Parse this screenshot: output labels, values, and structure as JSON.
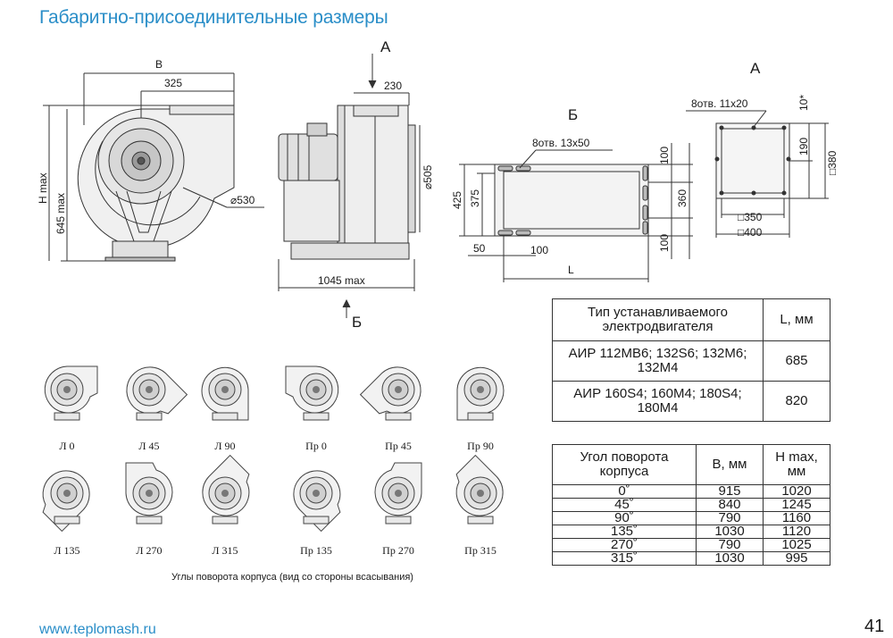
{
  "title": "Габаритно-присоединительные размеры",
  "views": {
    "front": {
      "B": "B",
      "d325": "325",
      "d530": "⌀530",
      "hmax": "H max",
      "d645": "645 max"
    },
    "side": {
      "A": "A",
      "B_view": "Б",
      "d230": "230",
      "d505": "⌀505",
      "d1045": "1045 max"
    },
    "base": {
      "label": "Б",
      "holes": "8отв. 13х50",
      "d425": "425",
      "d375": "375",
      "d50": "50",
      "d100": "100",
      "L": "L",
      "d100a": "100",
      "d360": "360",
      "d100b": "100"
    },
    "outlet": {
      "label": "А",
      "holes": "8отв. 11х20",
      "d10": "10*",
      "d190": "190",
      "d380": "□380",
      "d350": "□350",
      "d400": "□400"
    }
  },
  "motor_table": {
    "headers": [
      "Тип устанавливаемого электродвигателя",
      "L, мм"
    ],
    "rows": [
      {
        "motor": "АИР 112МВ6; 132S6; 132М6; 132М4",
        "L": "685"
      },
      {
        "motor": "АИР 160S4; 160М4; 180S4; 180М4",
        "L": "820"
      }
    ]
  },
  "angle_table": {
    "headers": [
      "Угол поворота корпуса",
      "B, мм",
      "H max, мм"
    ],
    "rows": [
      {
        "angle": "0˚",
        "B": "915",
        "H": "1020"
      },
      {
        "angle": "45˚",
        "B": "840",
        "H": "1245"
      },
      {
        "angle": "90˚",
        "B": "790",
        "H": "1160"
      },
      {
        "angle": "135˚",
        "B": "1030",
        "H": "1120"
      },
      {
        "angle": "270˚",
        "B": "790",
        "H": "1025"
      },
      {
        "angle": "315˚",
        "B": "1030",
        "H": "995"
      }
    ]
  },
  "rotations": {
    "row1": [
      "Л 0",
      "Л 45",
      "Л 90",
      "Пр 0",
      "Пр 45",
      "Пр 90"
    ],
    "row2": [
      "Л 135",
      "Л 270",
      "Л 315",
      "Пр 135",
      "Пр 270",
      "Пр 315"
    ]
  },
  "caption": "Углы поворота корпуса (вид со стороны всасывания)",
  "footer": {
    "site": "www.teplomash.ru",
    "page": "41"
  }
}
